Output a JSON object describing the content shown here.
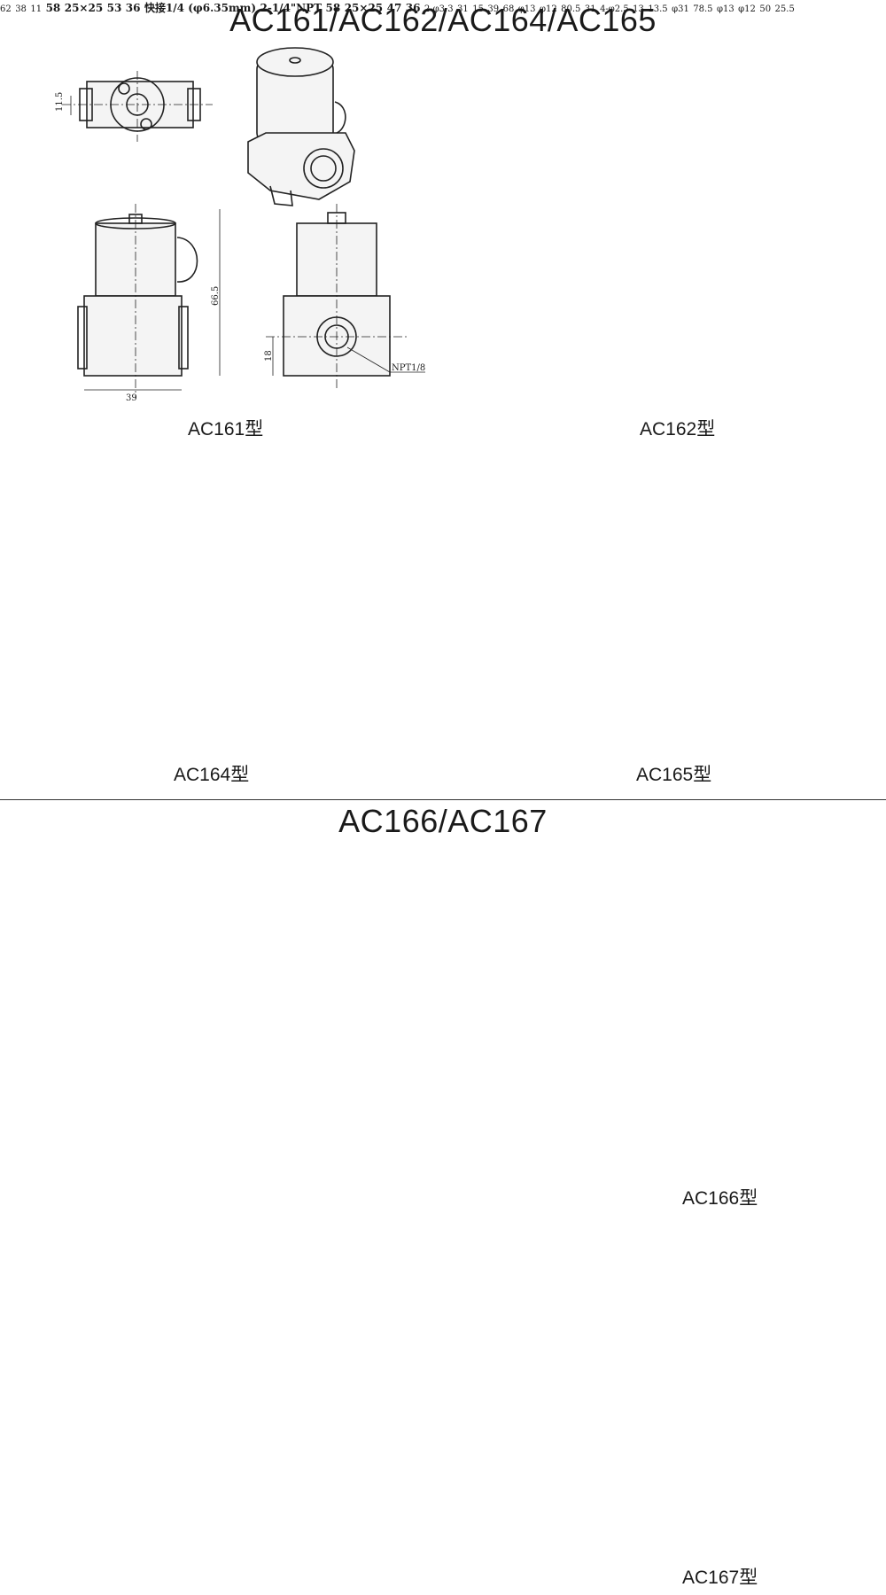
{
  "titles": {
    "top": "AC161/AC162/AC164/AC165",
    "bottom": "AC166/AC167"
  },
  "captions": {
    "ac161": "AC161型",
    "ac162": "AC162型",
    "ac164": "AC164型",
    "ac165": "AC165型",
    "ac166": "AC166型",
    "ac167": "AC167型"
  },
  "dims": {
    "ac161": {
      "side": "11.5",
      "height": "66.5",
      "width": "39",
      "base": "18",
      "thread": "NPT1/8"
    },
    "ac162": {
      "height": "62",
      "width": "38",
      "side": "11"
    },
    "ac164": {
      "height": "58",
      "width": "53",
      "pitch": "25×25",
      "top": "36",
      "fitting": "快接1/4 (φ6.35mm)"
    },
    "ac165": {
      "thread": "2-1/4\"NPT",
      "height": "58",
      "pitch": "25×25",
      "width": "47",
      "top": "36"
    },
    "ac166": {
      "holes": "2-φ3.3",
      "h31": "31",
      "h15": "15",
      "w39": "39",
      "height": "68",
      "d13": "φ13",
      "d12": "φ12",
      "w805": "80.5",
      "w31": "31"
    },
    "ac167": {
      "holes": "4-φ2.5",
      "t13": "13",
      "s135": "13.5",
      "d31": "φ31",
      "height": "78.5",
      "d13": "φ13",
      "d12": "φ12",
      "w50": "50",
      "h255": "25.5"
    }
  }
}
